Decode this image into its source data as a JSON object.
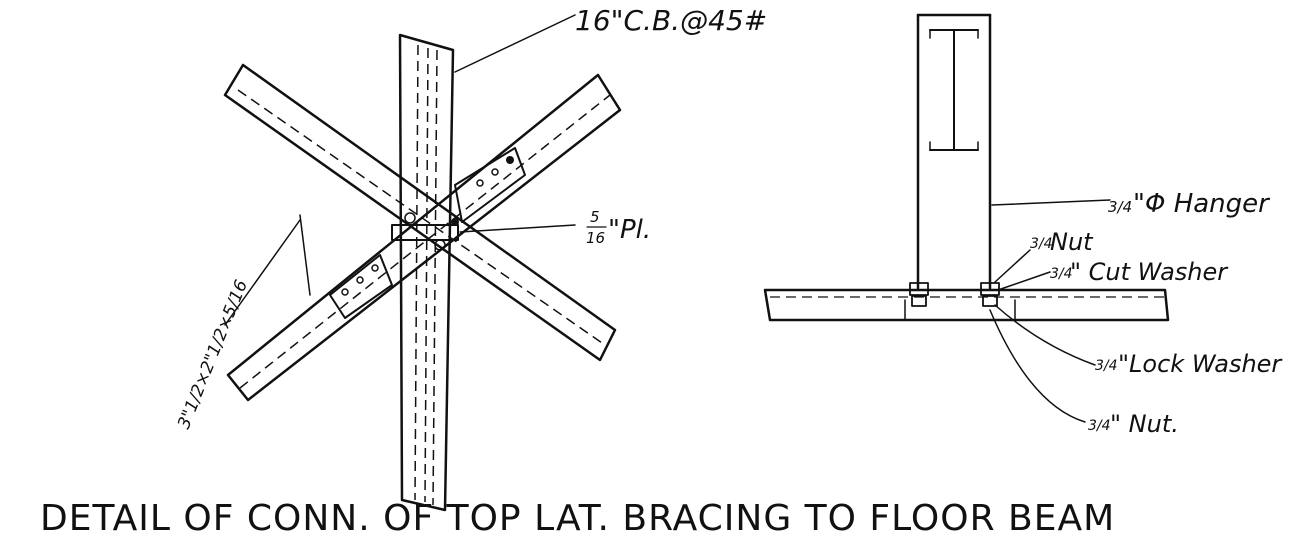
{
  "labels": {
    "channel_beam": "16\"C.B.@45#",
    "plate": "\"Pl.",
    "plate_frac_num": "5",
    "plate_frac_den": "16",
    "angle": "3\"1/2×2\"1/2×5/16",
    "hanger": "\"Φ Hanger",
    "hanger_frac": "3/4",
    "nut_top": " Nut",
    "nut_top_frac": "3/4",
    "cut_washer": "\" Cut Washer",
    "cut_washer_frac": "3/4",
    "lock_washer": "\"Lock Washer",
    "lock_washer_frac": "3/4",
    "nut_bottom": "\" Nut.",
    "nut_bottom_frac": "3/4"
  },
  "title": "DETAIL OF CONN. OF TOP LAT. BRACING TO FLOOR BEAM"
}
